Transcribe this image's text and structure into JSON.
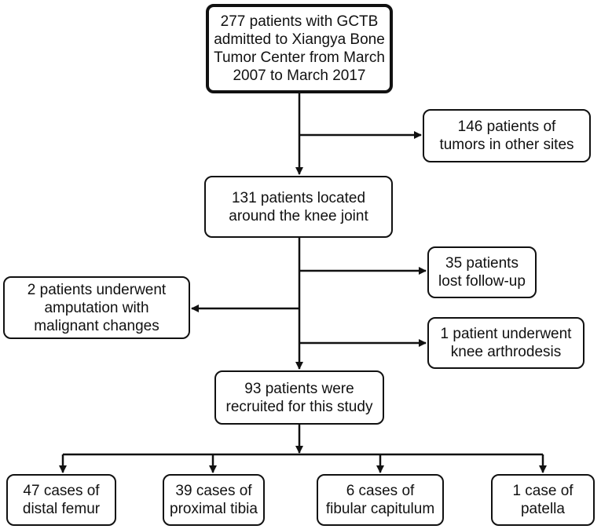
{
  "nodes": {
    "start": "277 patients with GCTB\nadmitted to Xiangya Bone\nTumor Center from March\n2007 to March 2017",
    "other_sites": "146 patients of\ntumors in other sites",
    "knee": "131 patients located\naround the knee joint",
    "lost": "35 patients\nlost follow-up",
    "amputation": "2 patients underwent\namputation with\nmalignant changes",
    "arthrodesis": "1 patient underwent\nknee arthrodesis",
    "recruited": "93 patients were\nrecruited for this study",
    "distal_femur": "47 cases of\ndistal femur",
    "proximal_tibia": "39 cases of\nproximal tibia",
    "fibular_capitulum": "6 cases of\nfibular capitulum",
    "patella": "1 case of\npatella"
  }
}
